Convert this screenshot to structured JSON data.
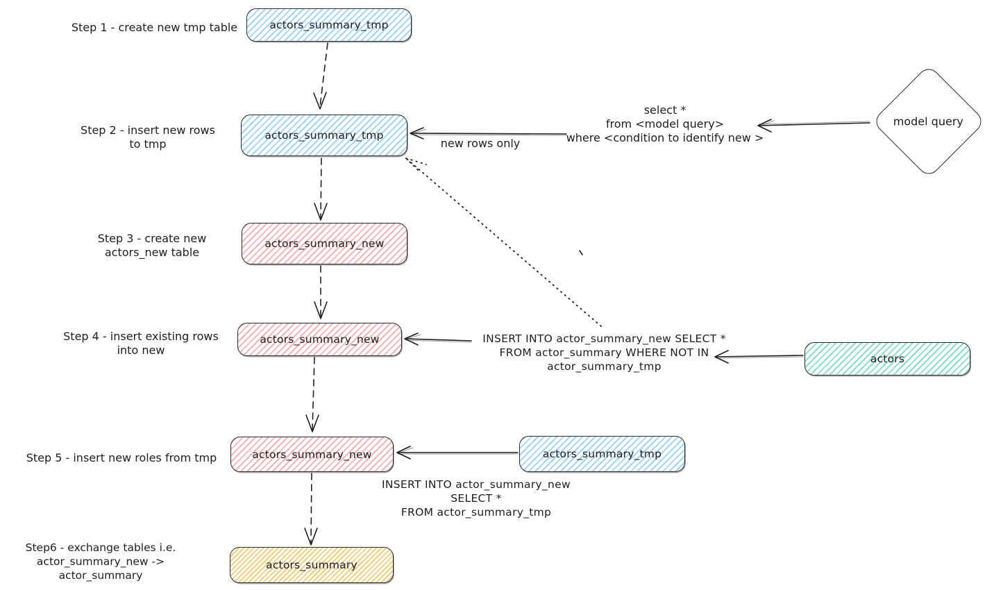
{
  "colors": {
    "blue_hatch": "#a3d3f5",
    "pink_hatch": "#f5b3b3",
    "green_hatch": "#89e0c2",
    "yellow_hatch": "#ebce80",
    "stroke": "#1e1e1e"
  },
  "steps": [
    {
      "label": [
        "Step 1 - create new tmp table"
      ],
      "node": "actors_summary_tmp",
      "color": "blue"
    },
    {
      "label": [
        "Step 2 - insert new rows",
        "to tmp"
      ],
      "node": "actors_summary_tmp",
      "color": "blue"
    },
    {
      "label": [
        "Step 3 - create new",
        "actors_new table"
      ],
      "node": "actors_summary_new",
      "color": "pink"
    },
    {
      "label": [
        "Step 4 - insert existing rows",
        "into new"
      ],
      "node": "actors_summary_new",
      "color": "pink"
    },
    {
      "label": [
        "Step 5 - insert new roles from tmp"
      ],
      "node": "actors_summary_new",
      "color": "pink"
    },
    {
      "label": [
        "Step6 - exchange tables i.e.",
        "actor_summary_new -> actor_summary"
      ],
      "node": "actors_summary",
      "color": "yellow"
    }
  ],
  "side_nodes": {
    "model_query": "model query",
    "actors": "actors",
    "tmp_source": "actors_summary_tmp"
  },
  "annotations": {
    "select_query": [
      "select *",
      "from <model query>",
      "where <condition to identify new >"
    ],
    "new_rows_only": "new rows only",
    "insert_existing": [
      "INSERT INTO actor_summary_new SELECT *",
      "FROM actor_summary WHERE NOT IN",
      "actor_summary_tmp"
    ],
    "insert_from_tmp": [
      "INSERT INTO actor_summary_new",
      "SELECT *",
      "FROM actor_summary_tmp"
    ]
  }
}
